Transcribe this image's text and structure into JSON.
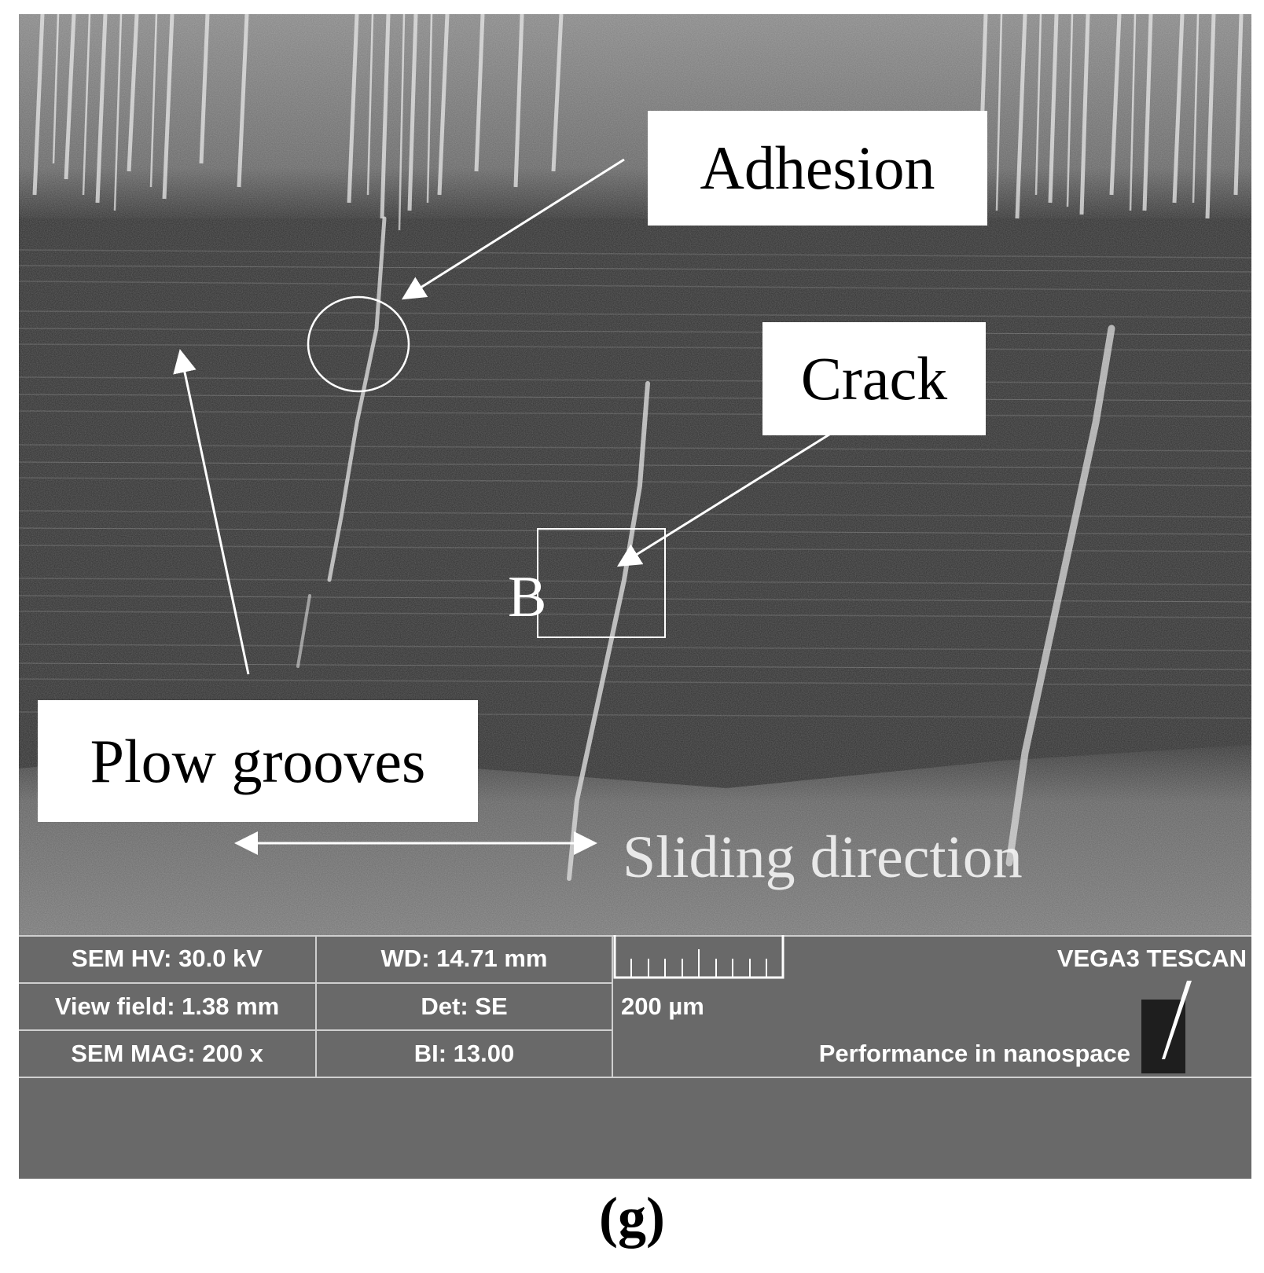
{
  "annotations": {
    "adhesion": "Adhesion",
    "crack": "Crack",
    "plow_grooves": "Plow grooves",
    "region_b": "B",
    "sliding_direction": "Sliding direction"
  },
  "info_bar": {
    "hv": "SEM HV: 30.0 kV",
    "wd": "WD: 14.71 mm",
    "view_field": "View field: 1.38 mm",
    "det": "Det: SE",
    "mag": "SEM MAG: 200 x",
    "bi": "BI: 13.00",
    "scale_label": "200 µm",
    "brand": "VEGA3 TESCAN",
    "slogan": "Performance in nanospace"
  },
  "caption": "(g)"
}
